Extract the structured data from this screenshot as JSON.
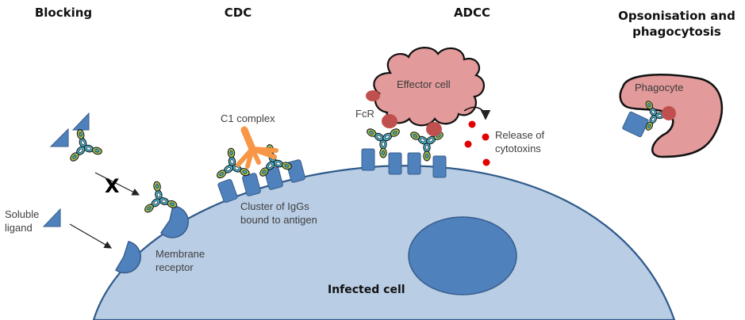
{
  "headers": {
    "blocking": "Blocking",
    "cdc": "CDC",
    "adcc": "ADCC",
    "opsonisation": "Opsonisation and\nphagocytosis"
  },
  "labels": {
    "soluble_ligand": "Soluble\nligand",
    "membrane_receptor": "Membrane\nreceptor",
    "c1_complex": "C1 complex",
    "cluster_igg": "Cluster of IgGs\nbound to antigen",
    "fcr": "FcR",
    "effector_cell": "Effector cell",
    "release_cytotoxins": "Release of\ncytotoxins",
    "phagocyte": "Phagocyte",
    "infected_cell": "Infected cell",
    "blocked_mark": "X"
  },
  "colors": {
    "cell_fill": "#b9cde5",
    "cell_stroke": "#2f5a8a",
    "nucleus": "#4f81bd",
    "antigen": "#4f81bd",
    "effector": "#e29a9a",
    "fcr": "#c0504d",
    "c1": "#f79646",
    "toxin": "#e00000",
    "ab_blue": "#4bacc6",
    "ab_green": "#9bbb59"
  }
}
